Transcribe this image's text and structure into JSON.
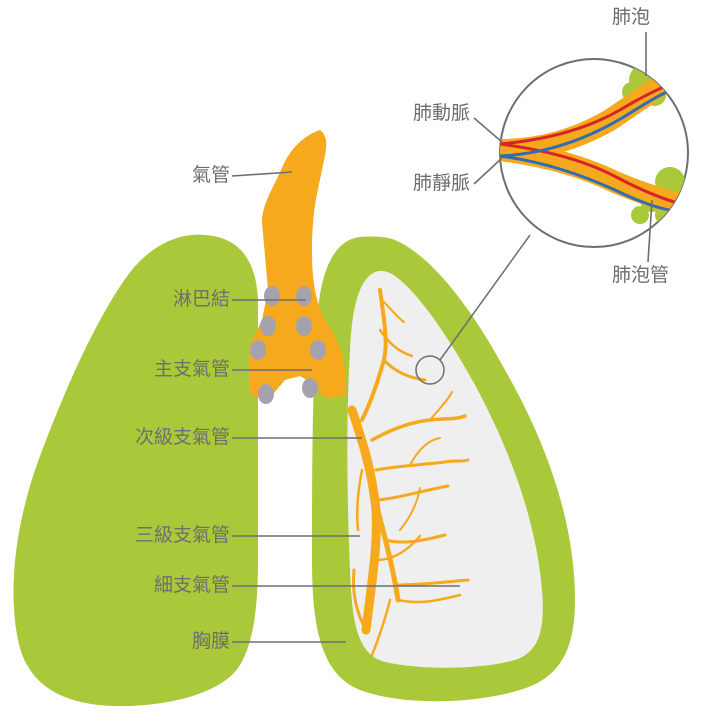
{
  "labels": {
    "trachea": "氣管",
    "lymph_nodes": "淋巴結",
    "main_bronchus": "主支氣管",
    "secondary_bronchus": "次級支氣管",
    "tertiary_bronchus": "三級支氣管",
    "bronchiole": "細支氣管",
    "pleura": "胸膜",
    "alveoli": "肺泡",
    "pulmonary_artery": "肺動脈",
    "pulmonary_vein": "肺靜脈",
    "alveolar_duct": "肺泡管"
  },
  "colors": {
    "lung_green": "#a9c93a",
    "airway_orange": "#f6a91d",
    "lung_interior": "#efefef",
    "lymph_gray": "#a6a2ad",
    "artery_red": "#d8232a",
    "vein_blue": "#2f6db5",
    "leader_line": "#6d6e70",
    "label_text": "#6d6e70"
  }
}
